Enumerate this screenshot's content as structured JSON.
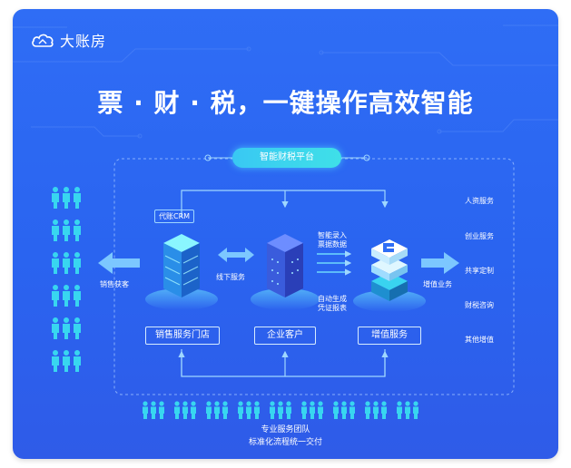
{
  "brand": {
    "name": "大账房"
  },
  "headline": "票 · 财 · 税，一键操作高效智能",
  "platform_label": "智能财税平台",
  "crm_label": "代账CRM",
  "left_arrow_label": "销售获客",
  "middle_arrow_label": "线下服务",
  "auto_input": [
    "智能录入",
    "票据数据"
  ],
  "auto_generate": [
    "自动生成",
    "凭证报表"
  ],
  "right_arrow_label": "增值业务",
  "nodes": {
    "store": "销售服务门店",
    "client": "企业客户",
    "value": "增值服务"
  },
  "services": [
    "人资服务",
    "创业服务",
    "共享定制",
    "财税咨询",
    "其他增值"
  ],
  "team": {
    "line1": "专业服务团队",
    "line2": "标准化流程统一交付"
  },
  "colors": {
    "background": "#2f6df5",
    "accent": "#3fe0e8",
    "arrow": "#8fd3ff",
    "people": "#38d6f0"
  }
}
